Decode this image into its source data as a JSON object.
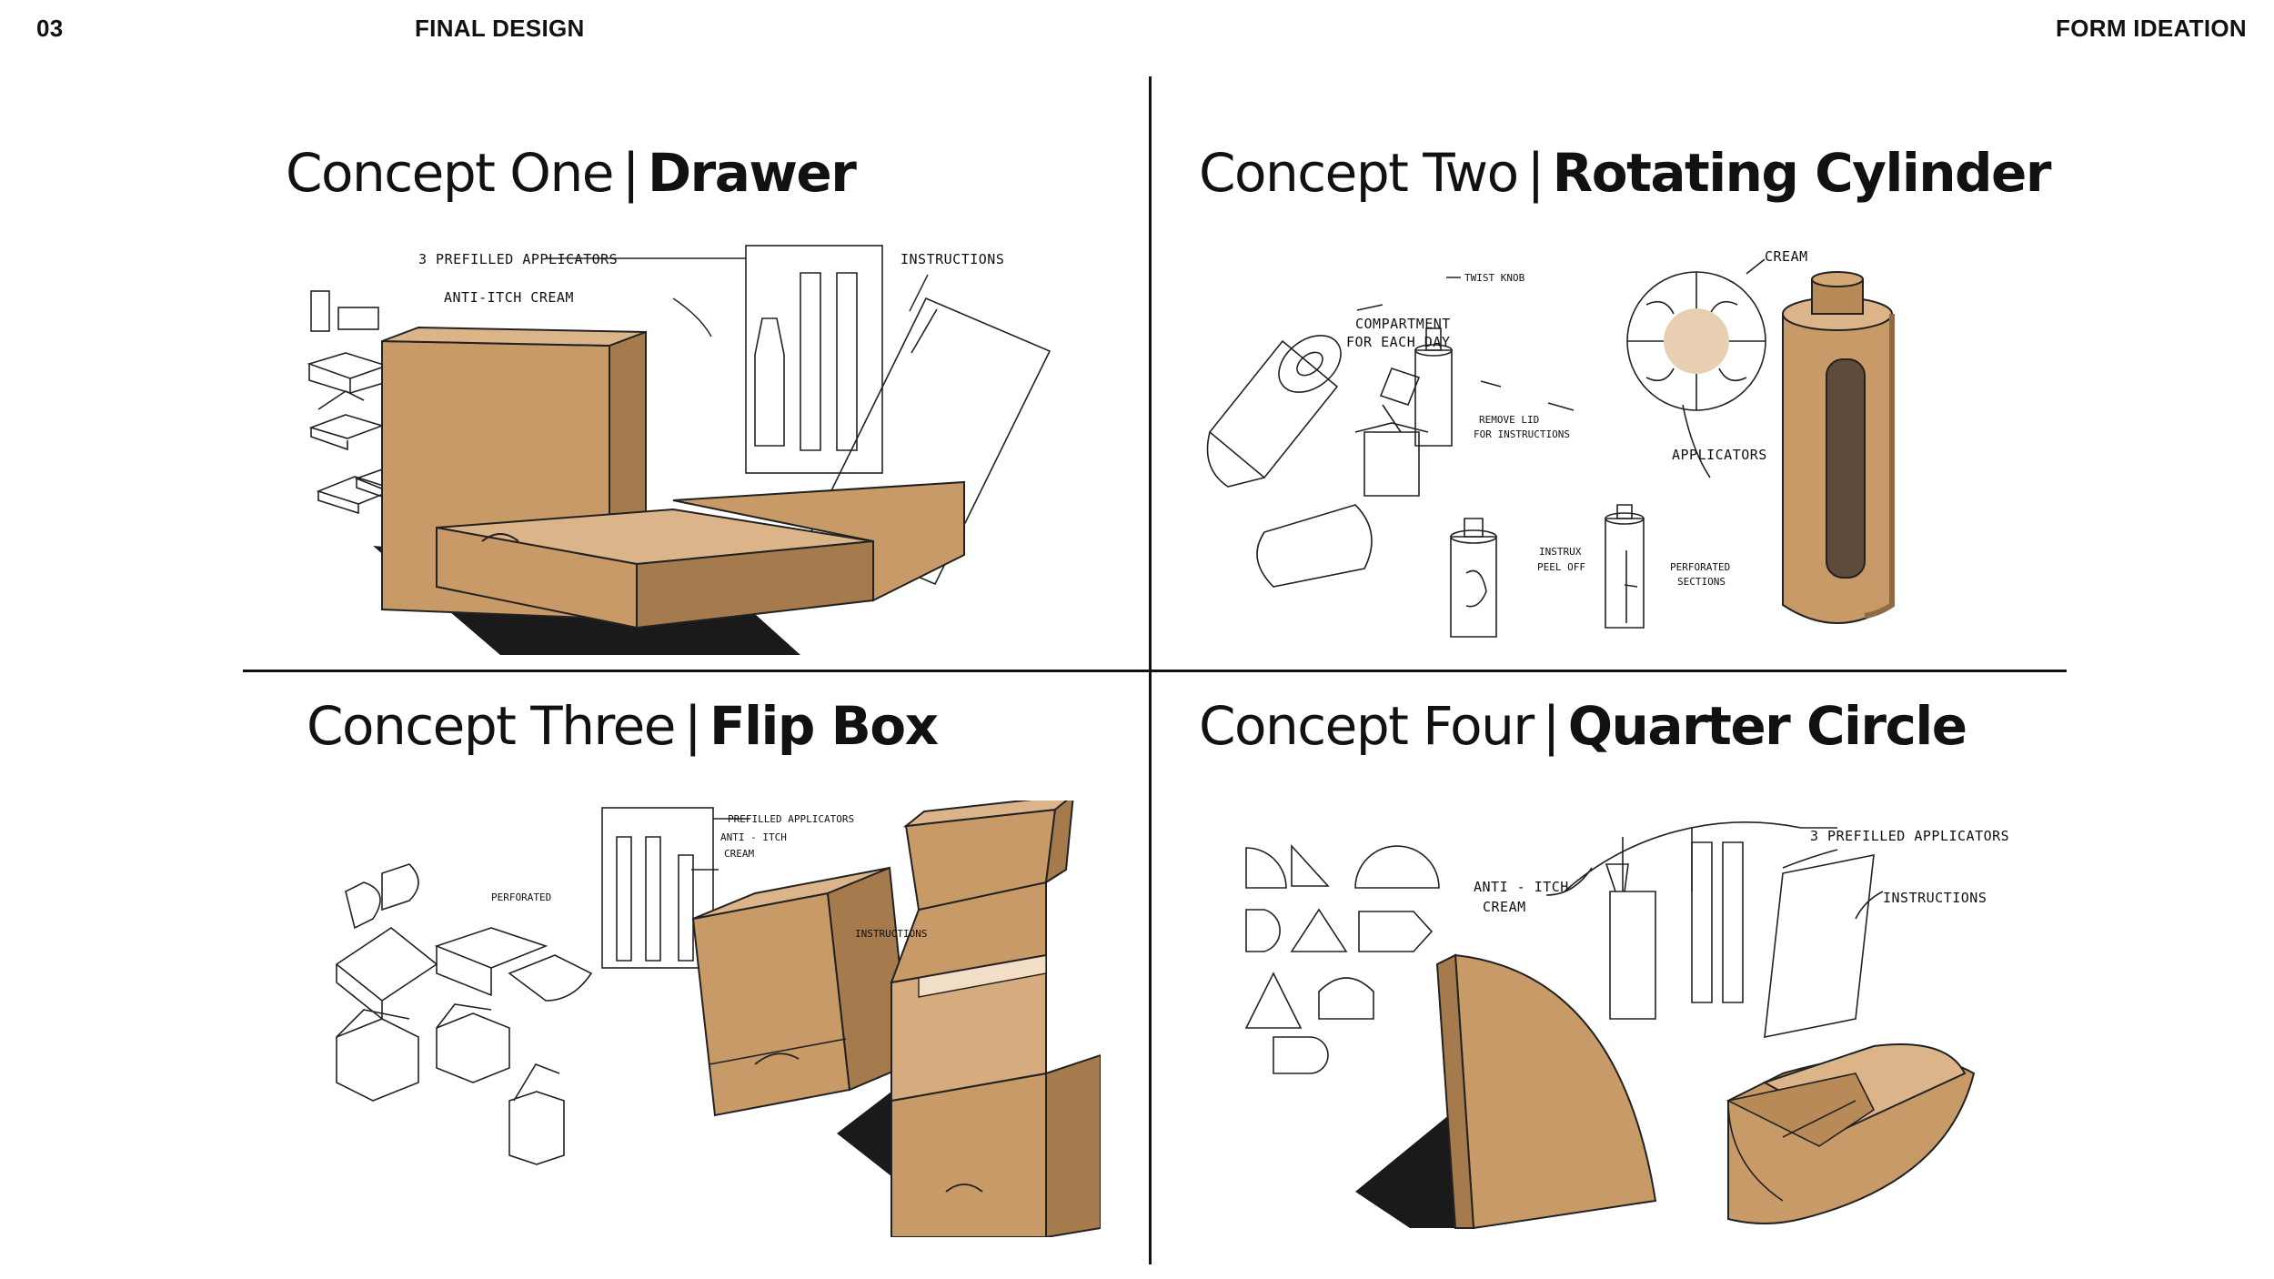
{
  "header": {
    "page_number": "03",
    "left_title": "FINAL DESIGN",
    "right_title": "FORM IDEATION"
  },
  "concepts": [
    {
      "name": "Concept One",
      "form": "Drawer",
      "annotations": {
        "applicators": "3 PREFILLED APPLICATORS",
        "cream": "ANTI-ITCH CREAM",
        "instructions": "INSTRUCTIONS"
      }
    },
    {
      "name": "Concept Two",
      "form": "Rotating Cylinder",
      "annotations": {
        "compartment_line1": "COMPARTMENT",
        "compartment_line2": "FOR EACH DAY",
        "twist_knob": "TWIST KNOB",
        "remove_lid_line1": "REMOVE LID",
        "remove_lid_line2": "FOR INSTRUCTIONS",
        "cream": "CREAM",
        "applicators": "APPLICATORS",
        "instrux_line1": "INSTRUX",
        "instrux_line2": "PEEL OFF",
        "perforated_line1": "PERFORATED",
        "perforated_line2": "SECTIONS"
      }
    },
    {
      "name": "Concept Three",
      "form": "Flip Box",
      "annotations": {
        "applicators": "PREFILLED APPLICATORS",
        "cream_line1": "ANTI - ITCH",
        "cream_line2": "CREAM",
        "instructions": "INSTRUCTIONS",
        "perforated": "PERFORATED"
      }
    },
    {
      "name": "Concept Four",
      "form": "Quarter Circle",
      "annotations": {
        "cream_line1": "ANTI - ITCH",
        "cream_line2": "CREAM",
        "applicators": "3 PREFILLED APPLICATORS",
        "instructions": "INSTRUCTIONS"
      }
    }
  ],
  "colors": {
    "kraft": "#c79a68",
    "kraft_dark": "#a57a4d",
    "kraft_light": "#dcb48a",
    "ink": "#111111",
    "shadow": "#1a1a1a"
  }
}
